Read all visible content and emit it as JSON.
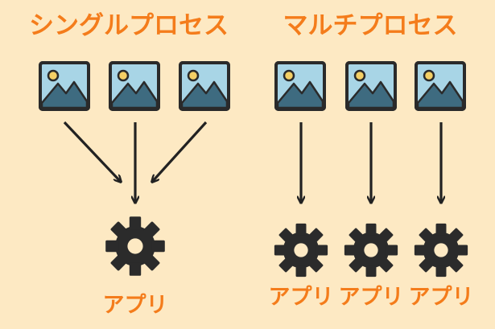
{
  "single": {
    "title": "シングルプロセス",
    "app_label": "アプリ"
  },
  "multi": {
    "title": "マルチプロセス",
    "app_labels": [
      "アプリ",
      "アプリ",
      "アプリ"
    ]
  },
  "colors": {
    "background": "#fde9c3",
    "accent": "#f47c1b",
    "frame": "#2a2a2a",
    "sky": "#a8d5e6",
    "mountain": "#3e6b80",
    "sun": "#f4cf65",
    "gear": "#2b2b2b"
  }
}
